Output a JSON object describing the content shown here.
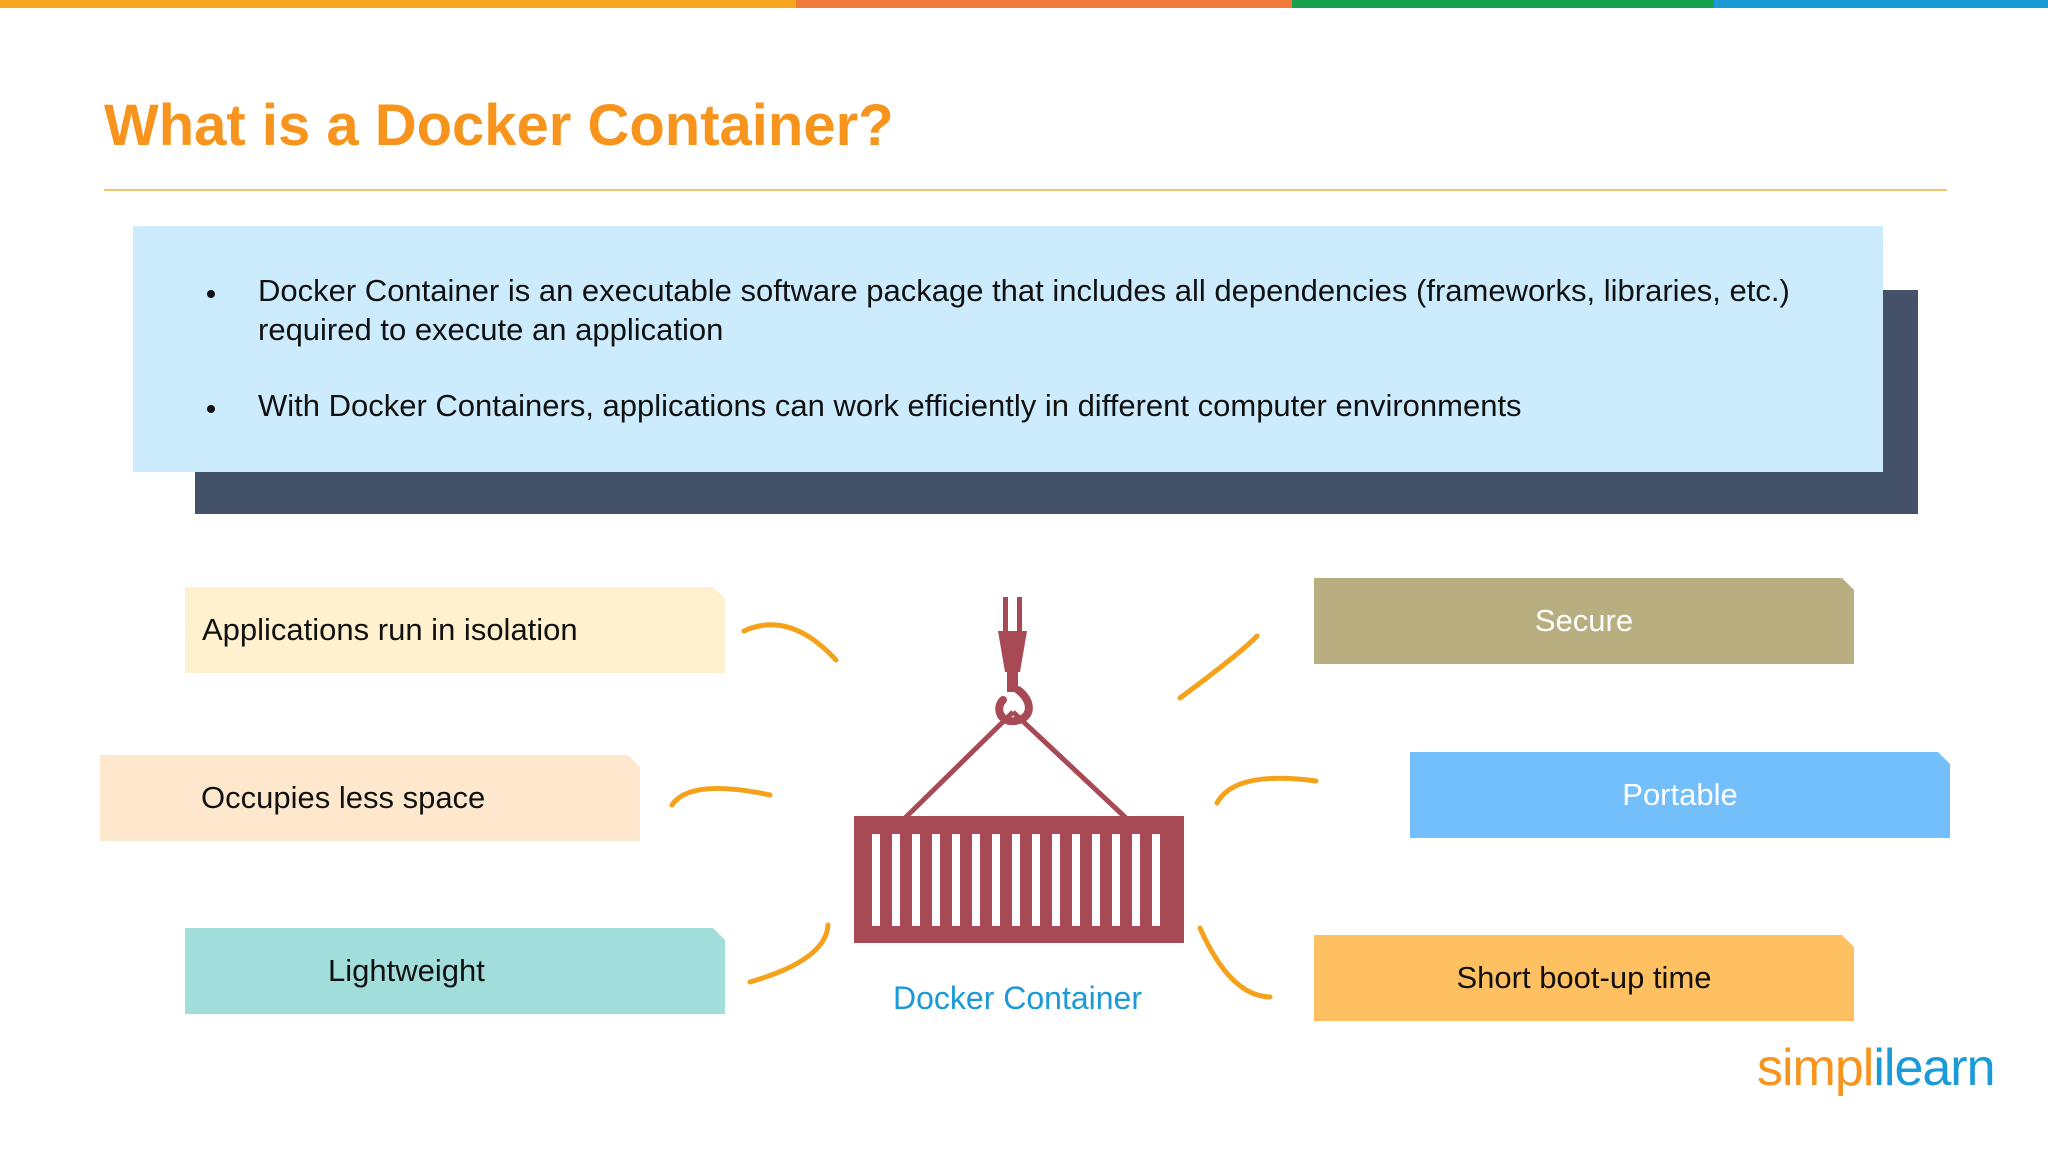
{
  "colors": {
    "accent": "#F7941D",
    "top_bar": [
      "#F7A51D",
      "#EF7A3A",
      "#18A04C",
      "#1A9AD6"
    ],
    "info_box": "#CCEBFD",
    "info_shadow": "#435269",
    "connector": "#F5A11A",
    "container": "#A84A55"
  },
  "slide": {
    "title": "What is a Docker Container?",
    "bullets": [
      "Docker Container is an executable software package that includes all dependencies (frameworks, libraries, etc.) required to execute an application",
      "With Docker Containers, applications can work efficiently in different computer environments"
    ]
  },
  "features": {
    "left": [
      {
        "label": "Applications run in isolation",
        "color": "#FFF1CE"
      },
      {
        "label": "Occupies less space",
        "color": "#FDE8CE"
      },
      {
        "label": "Lightweight",
        "color": "#A1DDDA"
      }
    ],
    "right": [
      {
        "label": "Secure",
        "color": "#B8AE80"
      },
      {
        "label": "Portable",
        "color": "#73BFFB"
      },
      {
        "label": "Short boot-up time",
        "color": "#FFC061"
      }
    ]
  },
  "diagram": {
    "caption": "Docker Container",
    "icon": "crane-hook-container-icon"
  },
  "brand": {
    "logo_part1": "simpl",
    "logo_part2": "ilearn"
  }
}
